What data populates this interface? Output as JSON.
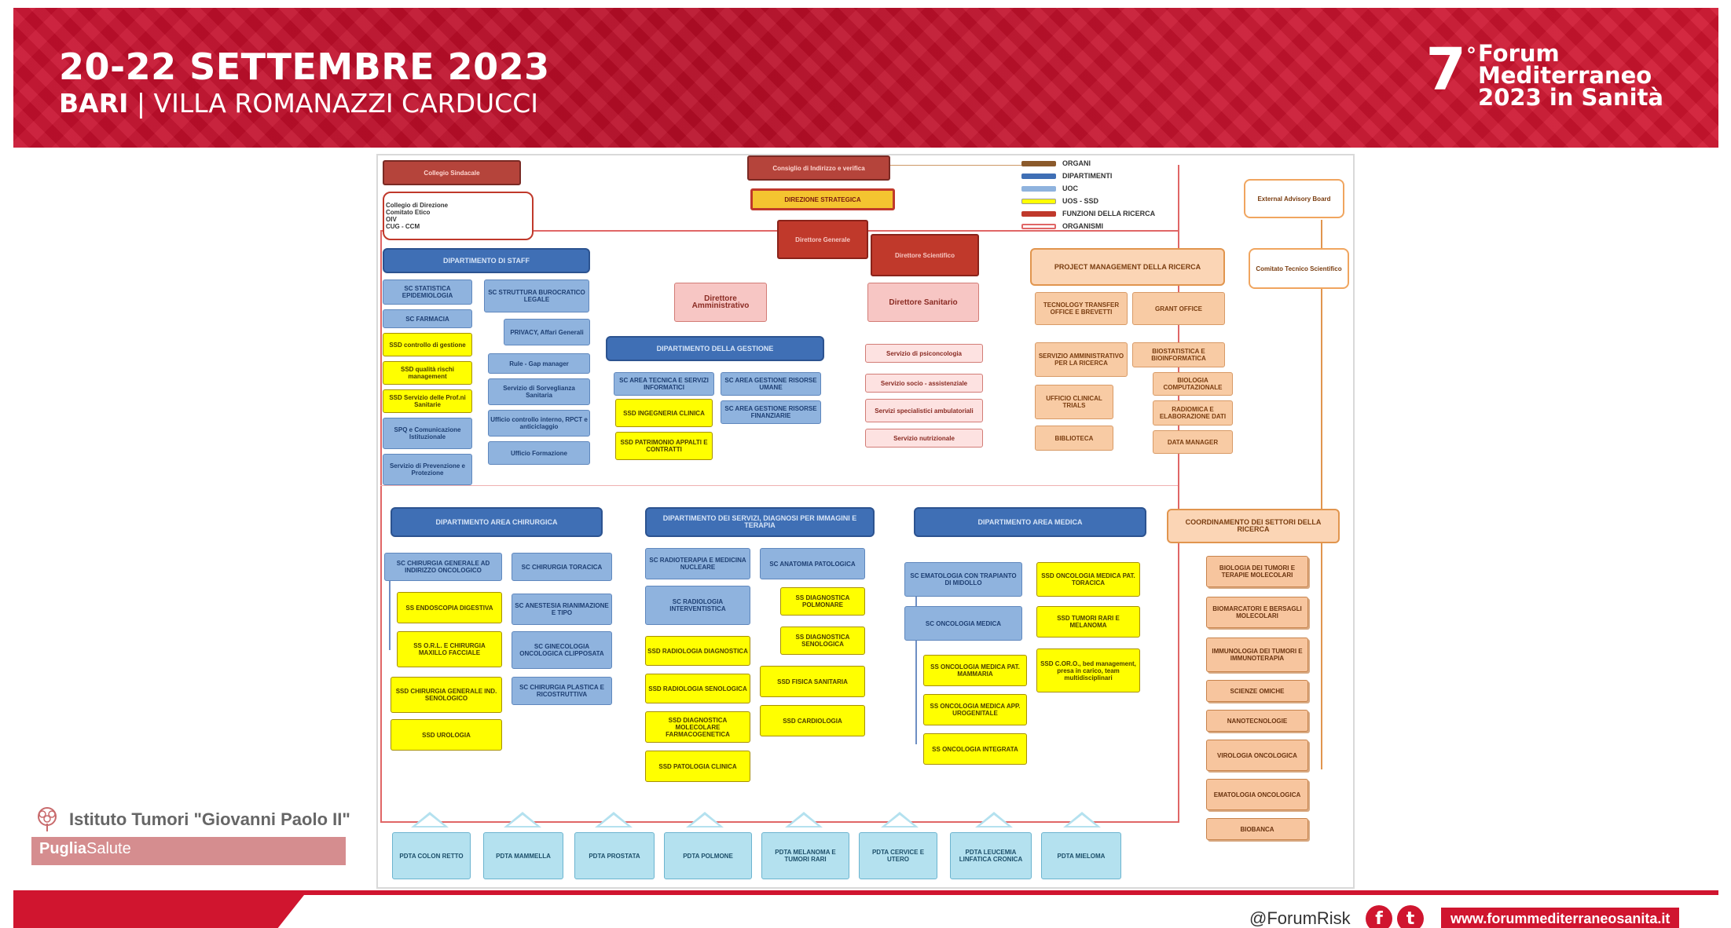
{
  "header": {
    "dates": "20-22 SETTEMBRE 2023",
    "city": "BARI",
    "separator": "|",
    "venue": "VILLA ROMANAZZI CARDUCCI",
    "forum_number": "7",
    "forum_degree": "°",
    "forum_line1": "Forum",
    "forum_line2": "Mediterraneo",
    "forum_line3": "2023 in Sanità"
  },
  "legend": [
    "ORGANI",
    "DIPARTIMENTI",
    "UOC",
    "UOS - SSD",
    "FUNZIONI DELLA RICERCA",
    "ORGANISMI"
  ],
  "legend_colors": [
    "#8b5a2b",
    "#3f6fb5",
    "#8fb3de",
    "#ffff00",
    "#c0392b",
    "#f7c6c4"
  ],
  "orgchart": {
    "collegio": "Collegio Sindacale",
    "collegio_list": "Collegio di Direzione\nComitato Etico\nOIV\nCUG - CCM",
    "consiglio": "Consiglio di Indirizzo e verifica",
    "direzione": "DIREZIONE STRATEGICA",
    "dg": "Direttore Generale",
    "ds_sci": "Direttore Scientifico",
    "da": "Direttore Amministrativo",
    "dsan": "Direttore Sanitario",
    "external": "External Advisory Board",
    "cts": "Comitato Tecnico Scientifico",
    "pm": "PROJECT MANAGEMENT DELLA RICERCA",
    "staff": {
      "title": "DIPARTIMENTO DI STAFF",
      "col1": [
        "SC STATISTICA EPIDEMIOLOGIA",
        "SC FARMACIA",
        "SSD controllo di gestione",
        "SSD qualità rischi management",
        "SSD Servizio delle Prof.ni Sanitarie",
        "SPQ e Comunicazione Istituzionale",
        "Servizio di Prevenzione e Protezione"
      ],
      "col2": [
        "SC STRUTTURA BUROCRATICO LEGALE",
        "PRIVACY, Affari Generali",
        "Rule - Gap manager",
        "Servizio di Sorveglianza Sanitaria",
        "Ufficio controllo interno, RPCT e anticiclaggio",
        "Ufficio Formazione"
      ]
    },
    "gestione": {
      "title": "DIPARTIMENTO DELLA GESTIONE",
      "items": [
        "SC AREA TECNICA E SERVIZI INFORMATICI",
        "SC AREA GESTIONE RISORSE UMANE",
        "SSD INGEGNERIA CLINICA",
        "SC AREA GESTIONE RISORSE FINANZIARIE",
        "SSD PATRIMONIO APPALTI E CONTRATTI"
      ]
    },
    "servizi_pink": [
      "Servizio di psiconcologia",
      "Servizio socio - assistenziale",
      "Servizi specialistici ambulatoriali",
      "Servizio nutrizionale"
    ],
    "ricerca": [
      "TECNOLOGY TRANSFER OFFICE E BREVETTI",
      "GRANT OFFICE",
      "SERVIZIO AMMINISTRATIVO PER LA RICERCA",
      "BIOSTATISTICA E BIOINFORMATICA",
      "UFFICIO CLINICAL TRIALS",
      "BIOLOGIA COMPUTAZIONALE",
      "BIBLIOTECA",
      "RADIOMICA E ELABORAZIONE DATI",
      "DATA MANAGER"
    ],
    "chirurgica": {
      "title": "DIPARTIMENTO AREA CHIRURGICA",
      "items": [
        "SC CHIRURGIA GENERALE AD INDIRIZZO ONCOLOGICO",
        "SC CHIRURGIA TORACICA",
        "SS ENDOSCOPIA DIGESTIVA",
        "SC ANESTESIA RIANIMAZIONE E TIPO",
        "SS O.R.L. E CHIRURGIA MAXILLO FACCIALE",
        "SC GINECOLOGIA ONCOLOGICA CLIPPOSATA",
        "SSD CHIRURGIA GENERALE IND. SENOLOGICO",
        "SC CHIRURGIA PLASTICA E RICOSTRUTTIVA",
        "SSD UROLOGIA"
      ]
    },
    "servizi": {
      "title": "DIPARTIMENTO DEI SERVIZI, DIAGNOSI PER IMMAGINI E TERAPIA",
      "items": [
        "SC RADIOTERAPIA E MEDICINA NUCLEARE",
        "SC ANATOMIA PATOLOGICA",
        "SC RADIOLOGIA INTERVENTISTICA",
        "SS DIAGNOSTICA POLMONARE",
        "SSD RADIOLOGIA DIAGNOSTICA",
        "SS DIAGNOSTICA SENOLOGICA",
        "SSD RADIOLOGIA SENOLOGICA",
        "SSD FISICA SANITARIA",
        "SSD DIAGNOSTICA MOLECOLARE FARMACOGENETICA",
        "SSD CARDIOLOGIA",
        "SSD PATOLOGIA CLINICA"
      ]
    },
    "medica": {
      "title": "DIPARTIMENTO AREA MEDICA",
      "items": [
        "SC EMATOLOGIA CON TRAPIANTO DI MIDOLLO",
        "SSD ONCOLOGIA MEDICA PAT. TORACICA",
        "SC ONCOLOGIA MEDICA",
        "SSD TUMORI RARI E MELANOMA",
        "SS ONCOLOGIA MEDICA PAT. MAMMARIA",
        "SSD C.OR.O., bed management, presa in carico, team multidisciplinari",
        "SS ONCOLOGIA MEDICA APP. UROGENITALE",
        "SS ONCOLOGIA INTEGRATA"
      ]
    },
    "coordinamento": {
      "title": "COORDINAMENTO DEI SETTORI DELLA RICERCA",
      "items": [
        "BIOLOGIA DEI TUMORI E TERAPIE MOLECOLARI",
        "BIOMARCATORI E BERSAGLI MOLECOLARI",
        "IMMUNOLOGIA DEI TUMORI E IMMUNOTERAPIA",
        "SCIENZE OMICHE",
        "NANOTECNOLOGIE",
        "VIROLOGIA ONCOLOGICA",
        "EMATOLOGIA ONCOLOGICA",
        "BIOBANCA"
      ]
    },
    "pdta": [
      "PDTA COLON RETTO",
      "PDTA MAMMELLA",
      "PDTA PROSTATA",
      "PDTA POLMONE",
      "PDTA MELANOMA E TUMORI RARI",
      "PDTA CERVICE E UTERO",
      "PDTA LEUCEMIA LINFATICA CRONICA",
      "PDTA MIELOMA"
    ]
  },
  "institute": {
    "name": "Istituto Tumori \"Giovanni Paolo II\"",
    "region_bold": "Puglia",
    "region_rest": "Salute"
  },
  "footer": {
    "handle": "@ForumRisk",
    "facebook_glyph": "f",
    "twitter_glyph": "t",
    "url": "www.forummediterraneosanita.it"
  }
}
